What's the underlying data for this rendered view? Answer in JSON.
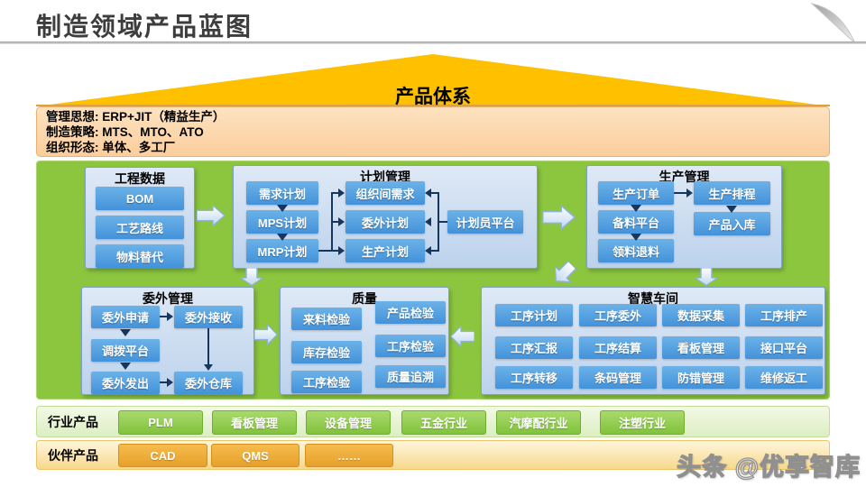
{
  "colors": {
    "title_gray": "#3D3D3D",
    "roof_gold": "#FFC000",
    "banner_orange": "#FBCE9D",
    "stage_green": "#8CC63F",
    "panel_blue_top": "#DFE9F6",
    "panel_blue_bottom": "#BCD2EC",
    "box_blue_top": "#6CB2E8",
    "box_blue_bottom": "#4392DA",
    "connector_navy": "#17365D"
  },
  "header": {
    "title": "制造领域产品蓝图"
  },
  "roof": {
    "label": "产品体系"
  },
  "banner": {
    "line1": "管理思想:  ERP+JIT（精益生产）",
    "line2": "制造策略:  MTS、MTO、ATO",
    "line3": "组织形态:  单体、多工厂"
  },
  "eng": {
    "title": "工程数据",
    "items": [
      "BOM",
      "工艺路线",
      "物料替代"
    ]
  },
  "plan": {
    "title": "计划管理",
    "col1": [
      "需求计划",
      "MPS计划",
      "MRP计划"
    ],
    "col2": [
      "组织间需求",
      "委外计划",
      "生产计划"
    ],
    "platform": "计划员平台"
  },
  "prod": {
    "title": "生产管理",
    "col1": [
      "生产订单",
      "备料平台",
      "领料退料"
    ],
    "col2": [
      "生产排程",
      "产品入库"
    ]
  },
  "outsrc": {
    "title": "委外管理",
    "col1": [
      "委外申请",
      "调拨平台",
      "委外发出"
    ],
    "col2": [
      "委外接收",
      "委外仓库"
    ]
  },
  "quality": {
    "title": "质量",
    "col1": [
      "来料检验",
      "库存检验",
      "工序检验"
    ],
    "col2": [
      "产品检验",
      "工序检验",
      "质量追溯"
    ]
  },
  "workshop": {
    "title": "智慧车间",
    "grid": [
      [
        "工序计划",
        "工序委外",
        "数据采集",
        "工序排产"
      ],
      [
        "工序汇报",
        "工序结算",
        "看板管理",
        "接口平台"
      ],
      [
        "工序转移",
        "条码管理",
        "防错管理",
        "维修返工"
      ]
    ]
  },
  "industry": {
    "label": "行业产品",
    "items": [
      "PLM",
      "看板管理",
      "设备管理",
      "五金行业",
      "汽摩配行业",
      "注塑行业"
    ]
  },
  "partner": {
    "label": "伙伴产品",
    "items": [
      "CAD",
      "QMS",
      "……"
    ]
  },
  "watermark": "头条 @优享智库"
}
